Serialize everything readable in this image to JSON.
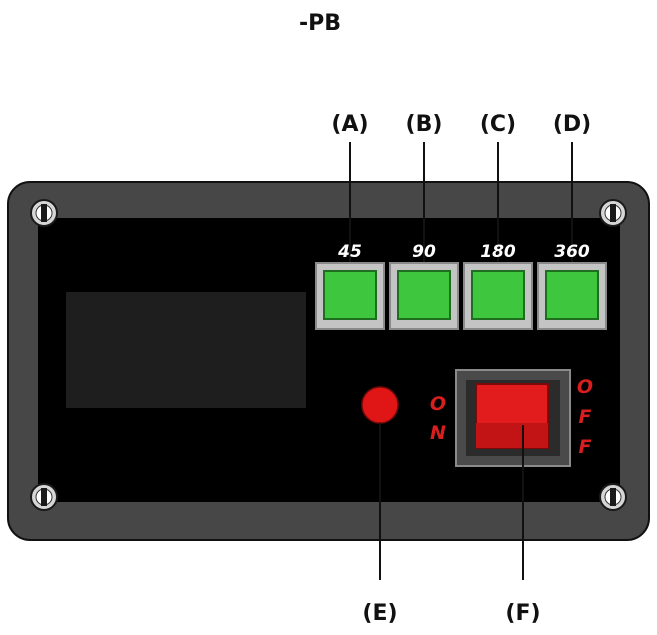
{
  "title": "-PB",
  "callouts": {
    "a": "(A)",
    "b": "(B)",
    "c": "(C)",
    "d": "(D)",
    "e": "(E)",
    "f": "(F)"
  },
  "buttons": {
    "a": "45",
    "b": "90",
    "c": "180",
    "d": "360"
  },
  "switch": {
    "on_1": "O",
    "on_2": "N",
    "off_1": "O",
    "off_2": "F",
    "off_3": "F"
  },
  "colors": {
    "panel_frame": "#474747",
    "panel_face": "#000000",
    "button_green": "#3fc63f",
    "button_bezel": "#c4c4c4",
    "indicator_red": "#e01616",
    "switch_red": "#e21c1c",
    "switch_housing": "#4a4a4a",
    "label_red": "#d81e1e"
  }
}
